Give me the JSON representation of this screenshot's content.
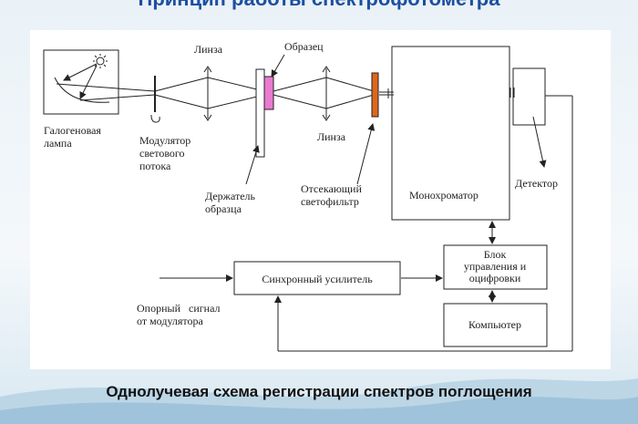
{
  "header": {
    "title": "Принцип работы спектрофотометра"
  },
  "labels": {
    "lens_top": "Линза",
    "sample": "Образец",
    "lamp_1": "Галогеновая",
    "lamp_2": "лампа",
    "modulator_1": "Модулятор",
    "modulator_2": "светового",
    "modulator_3": "потока",
    "lens_bottom": "Линза",
    "holder_1": "Держатель",
    "holder_2": "образца",
    "filter_1": "Отсекающий",
    "filter_2": "светофильтр",
    "monochromator": "Монохроматор",
    "detector": "Детектор",
    "control_1": "Блок",
    "control_2": "управления и",
    "control_3": "оцифровки",
    "amplifier": "Синхронный усилитель",
    "reference_1": "Опорный   сигнал",
    "reference_2": "от модулятора",
    "computer": "Компьютер"
  },
  "caption": "Однолучевая схема регистрации спектров поглощения",
  "colors": {
    "sample": "#e97bd0",
    "filter": "#e0661c",
    "title": "#1d4fa0"
  }
}
